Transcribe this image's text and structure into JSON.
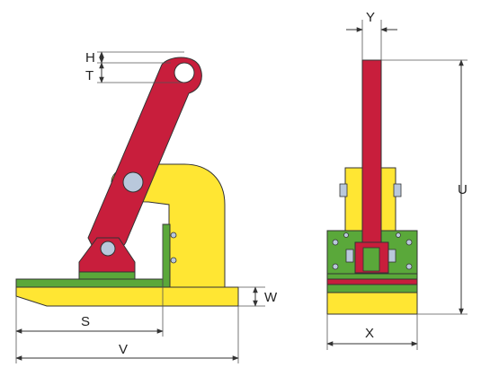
{
  "colors": {
    "red": "#c81e3c",
    "yellow": "#ffe633",
    "green": "#5aa83a",
    "bolt": "#b9c8dc",
    "line": "#333333"
  },
  "labels": {
    "H": "H",
    "T": "T",
    "S": "S",
    "V": "V",
    "W": "W",
    "Y": "Y",
    "U": "U",
    "X": "X"
  }
}
